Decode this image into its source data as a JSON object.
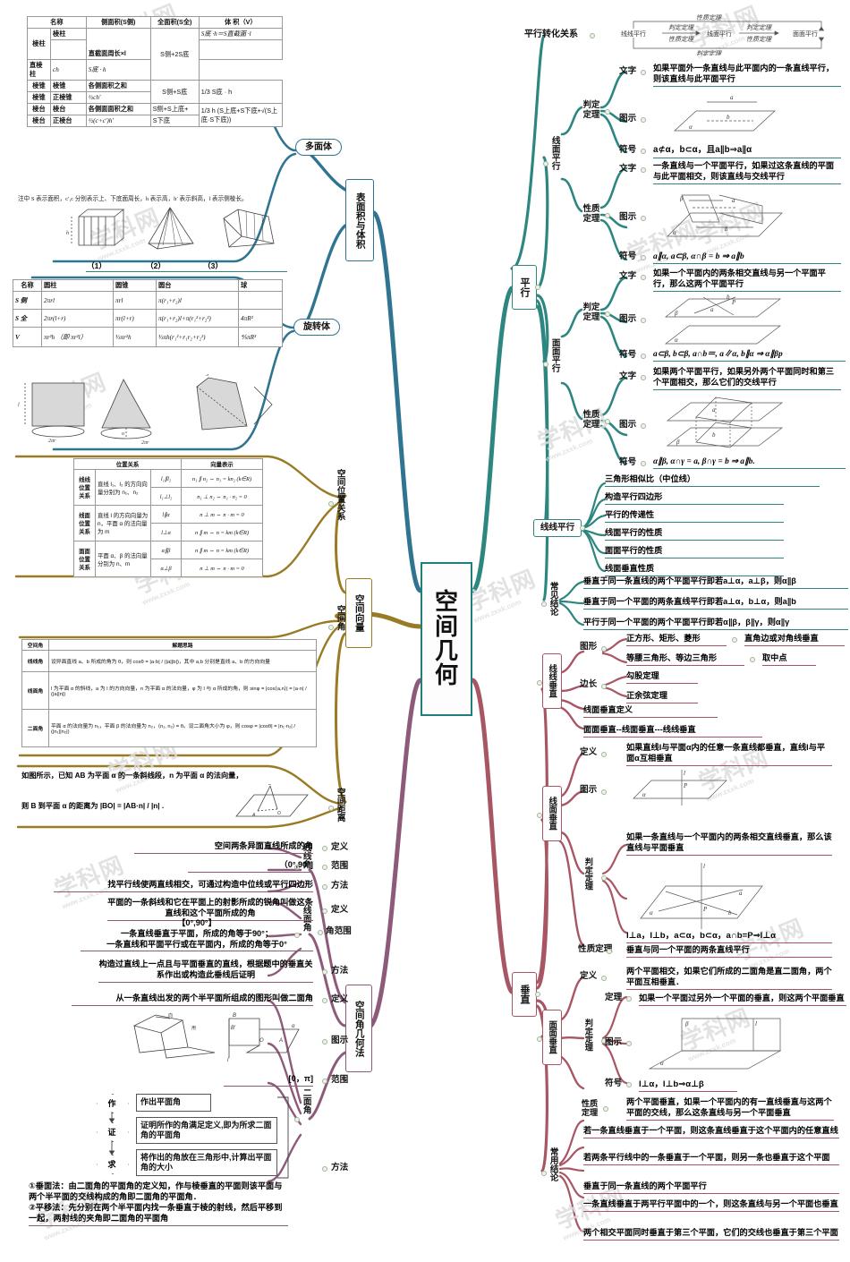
{
  "center": {
    "title_chars": [
      "空",
      "间",
      "几",
      "何"
    ],
    "title": "空间几何"
  },
  "colors": {
    "teal": "#2d8680",
    "gold": "#9a7b25",
    "plum": "#8e5a7a",
    "rose": "#a85663",
    "blue": "#2f7490"
  },
  "watermark": {
    "big": "学科网",
    "small": "www.zxxk.com"
  },
  "left": {
    "surface_volume": {
      "label": "表面积与体积",
      "chars": [
        "表",
        "面",
        "积",
        "与",
        "体",
        "积"
      ]
    },
    "polyhedron": "多面体",
    "revolution": "旋转体",
    "poly_table": {
      "headers": [
        "名称",
        "",
        "侧面积(S侧)",
        "全面积(S全)",
        "体 积（V）"
      ],
      "rows": [
        {
          "g": "棱柱",
          "sub": "棱柱",
          "lateral": "直截面周长×l",
          "full": "S侧+2S底",
          "vol": "S底 ·h＝S直截面 ·l"
        },
        {
          "g": "棱柱",
          "sub": "直棱柱",
          "lateral": "ch",
          "full": "",
          "vol": "S底 · h"
        },
        {
          "g": "棱锥",
          "sub": "棱锥",
          "lateral": "各侧面积之和",
          "full": "S侧+S底",
          "vol": "1/3 S底 · h"
        },
        {
          "g": "棱锥",
          "sub": "正棱锥",
          "lateral": "½ch′",
          "full": "",
          "vol": ""
        },
        {
          "g": "棱台",
          "sub": "棱台",
          "lateral": "各侧面面积之和",
          "full": "S侧+S上底+",
          "vol": "1/3 h (S上底+S下底+√(S上底·S下底))"
        },
        {
          "g": "棱台",
          "sub": "正棱台",
          "lateral": "½(c+c′)h′",
          "full": "S下底",
          "vol": ""
        }
      ],
      "note": "注中 S 表示面积，c′,c 分别表示上、下底面周长，h 表示高，h′ 表示斜高，l 表示侧棱长。"
    },
    "fig_labels": [
      "（1）",
      "（2）",
      "（3）"
    ],
    "rot_table": {
      "headers": [
        "名称",
        "圆柱",
        "圆锥",
        "圆台",
        "球"
      ],
      "rows": [
        {
          "k": "S 侧",
          "v": [
            "2πrl",
            "πrl",
            "π(r₁+r₂)l",
            ""
          ]
        },
        {
          "k": "S 全",
          "v": [
            "2πr(l+r)",
            "πr(l+r)",
            "π(r₁+r₂)l+π(r₁²+r₂²)",
            "4πR²"
          ]
        },
        {
          "k": "V",
          "v": [
            "πr²h （即 πr²l）",
            "⅓πr²h",
            "⅓πh(r₁²+r₁r₂+r₂²)",
            "⅘πR³"
          ]
        }
      ]
    },
    "space_vector": {
      "label": "空间向量",
      "chars": [
        "空",
        "间",
        "向",
        "量"
      ]
    },
    "pos_relation": {
      "label": "空间位置关系",
      "chars": [
        "空",
        "间",
        "位",
        "置",
        "关",
        "系"
      ]
    },
    "space_angle": {
      "label": "空间角",
      "chars": [
        "空",
        "间",
        "角"
      ]
    },
    "space_dist": {
      "label": "空间距离",
      "chars": [
        "空",
        "间",
        "距",
        "离"
      ]
    },
    "pos_table": {
      "headers": [
        "",
        "位置关系",
        "",
        "向量表示"
      ],
      "rows": [
        {
          "cat": "线线位置关系",
          "desc": "直线 l₁、l₂ 的方向向量分别为 n₁、n₂",
          "items": [
            {
              "rel": "l₁∥l₂",
              "vec": "n₁ ∥ n₂ ⇔ n₁ = kn₂ (k∈R)"
            },
            {
              "rel": "l₁⊥l₂",
              "vec": "n₁ ⊥ n₂ ⇔ n₁ · n₂ = 0"
            }
          ]
        },
        {
          "cat": "线面位置关系",
          "desc": "直线 l 的方向向量为 n，平面 α 的法向量为 m",
          "items": [
            {
              "rel": "l∥α",
              "vec": "n ⊥ m ⇔ n · m = 0"
            },
            {
              "rel": "l⊥α",
              "vec": "n ∥ m ⇔ n = km (k∈R)"
            }
          ]
        },
        {
          "cat": "面面位置关系",
          "desc": "平面 α、β 的法向量分别为 n、m",
          "items": [
            {
              "rel": "α∥β",
              "vec": "n ∥ m ⇔ n = km (k∈R)"
            },
            {
              "rel": "α⊥β",
              "vec": "n ⊥ m ⇔ n · m = 0"
            }
          ]
        }
      ]
    },
    "angle_table": {
      "headers": [
        "空间角",
        "解题思路"
      ],
      "rows": [
        {
          "k": "线线角",
          "v": "设异面直线 a、b 所成的角为 θ，则 cosθ = |a·b| / (|a||b|)，其中 a,b 分别是直线 a、b 的方向向量"
        },
        {
          "k": "线面角",
          "v": "l 为平面 α 的斜线，a 为 l 的方向向量，n 为平面 α 的法向量，φ 为 l 与 α 所成的角，则 sinφ = |cos⟨a,n⟩| = |a·n| / (|a||n|)"
        },
        {
          "k": "二面角",
          "v": "平面 α 的法向量为 n₁，平面 β 的法向量为 n₂，⟨n₁, n₂⟩ = θ。设二面角大小为 φ，则 cosφ = |cosθ| = |n₁·n₂| / (|n₁||n₂|)"
        }
      ]
    },
    "dist_text_1": "如图所示，已知 AB 为平面 α 的一条斜线段，n 为平面 α 的法向量，",
    "dist_text_2": "则 B 到平面 α 的距离为 |BO| = |AB·n| / |n| ."
  },
  "angle_geo": {
    "label": "空间角几何法",
    "chars": [
      "空",
      "间",
      "角",
      "几",
      "何",
      "法"
    ],
    "groups": [
      {
        "name": "线线角",
        "chars": [
          "线",
          "线",
          "角"
        ],
        "rows": [
          {
            "cat": "定义",
            "text": "空间两条异面直线所成的角"
          },
          {
            "cat": "范围",
            "text": "（0°,90°]"
          },
          {
            "cat": "方法",
            "text": "找平行线使两直线相交，可通过构造中位线或平行四边形"
          }
        ]
      },
      {
        "name": "线面角",
        "chars": [
          "线",
          "面",
          "角"
        ],
        "rows": [
          {
            "cat": "定义",
            "text": "平面的一条斜线和它在平面上的射影所成的锐角叫做这条直线和这个平面所成的角"
          },
          {
            "cat": "角范围",
            "text": "【0°,90°】\n一条直线垂直于平面，所成的角等于90°；\n一条直线和平面平行或在平面内，所成的角等于0°"
          },
          {
            "cat": "方法",
            "text": "构造过直线上一点且与平面垂直的直线，根据题中的垂直关系作出或构造此垂线后证明"
          }
        ]
      },
      {
        "name": "二面角",
        "chars": [
          "二",
          "面",
          "角"
        ],
        "rows": [
          {
            "cat": "定义",
            "text": "从一条直线出发的两个半平面所组成的图形叫做二面角"
          },
          {
            "cat": "图示",
            "text": ""
          },
          {
            "cat": "范围",
            "text": "[0，π]"
          },
          {
            "cat": "方法",
            "text": ""
          }
        ],
        "flow": [
          {
            "node": "作",
            "text": "作出平面角"
          },
          {
            "node": "证",
            "text": "证明所作的角满足定义,即为所求二面角的平面角"
          },
          {
            "node": "求",
            "text": "将作出的角放在三角形中,计算出平面角的大小"
          }
        ],
        "methods_note": "①垂面法：由二面角的平面角的定义知，作与棱垂直的平面则该平面与两个半平面的交线构成的角即二面角的平面角．\n②平移法：先分别在两个半平面内找一条垂直于棱的射线，然后平移到一起，两射线的夹角即二面角的平面角"
      }
    ]
  },
  "parallel": {
    "label": "平行",
    "chars": [
      "平",
      "行"
    ],
    "transform": {
      "label": "平行转化关系",
      "diagram": {
        "top": "性质定理",
        "bottom": "判定定理",
        "nodes": [
          "线线平行",
          "线面平行",
          "面面平行"
        ],
        "link1_top": "判定定理",
        "link1_bottom": "性质定理",
        "link2_top": "判定定理",
        "link2_bottom": "性质定理"
      }
    },
    "line_plane": {
      "label": "线面平行",
      "chars": [
        "线",
        "面",
        "平",
        "行"
      ],
      "blocks": [
        {
          "title": "判定定理",
          "chars": [
            "判",
            "定",
            "定",
            "理"
          ],
          "text": "如果平面外一条直线与此平面内的一条直线平行，则该直线与此平面平行",
          "symbol": "a⊄α，b⊂α，且a∥b⇒a∥α",
          "fig_labels": [
            "a",
            "b",
            "α"
          ]
        },
        {
          "title": "性质定理",
          "chars": [
            "性",
            "质",
            "定",
            "理"
          ],
          "text": "一条直线与一个平面平行，如果过这条直线的平面与此平面相交，则该直线与交线平行",
          "symbol": "a∥α, a⊂β, α∩β = b ⇒ a∥b",
          "fig_labels": [
            "β",
            "a",
            "b",
            "α"
          ]
        }
      ]
    },
    "plane_plane": {
      "label": "面面平行",
      "chars": [
        "面",
        "面",
        "平",
        "行"
      ],
      "blocks": [
        {
          "title": "判定定理",
          "chars": [
            "判",
            "定",
            "定",
            "理"
          ],
          "text": "如果一个平面内的两条相交直线与另一个平面平行，那么这两个平面平行",
          "symbol": "a⊂β, b⊂β, a∩b＝, a∥α, b∥α ⇒ α∥βp",
          "fig_labels": [
            "b",
            "P",
            "a",
            "β",
            "α"
          ]
        },
        {
          "title": "性质定理",
          "chars": [
            "性",
            "质",
            "定",
            "理"
          ],
          "text": "如果两个平面平行，如果另外两个平面同时和第三个平面相交，那么它们的交线平行",
          "symbol": "α∥β, α∩γ = a, β∩γ = b ⇒ a∥b.",
          "fig_labels": [
            "a",
            "b",
            "β"
          ]
        }
      ]
    },
    "line_line": {
      "label": "线线平行",
      "items": [
        "三角形相似比（中位线）",
        "构造平行四边形",
        "平行的传递性",
        "线面平行的性质",
        "面面平行的性质",
        "线面垂直性质"
      ]
    },
    "common": {
      "label": "常见结论",
      "chars": [
        "常",
        "见",
        "结",
        "论"
      ],
      "items": [
        "垂直于同一条直线的两个平面平行即若a⊥α，a⊥β，则α∥β",
        "垂直于同一个平面的两条直线平行即若a⊥α，b⊥α，则a∥b",
        "平行于同一个平面的两个平面平行即若α∥β，β∥γ，则α∥γ"
      ]
    }
  },
  "perpendicular": {
    "label": "垂直",
    "chars": [
      "垂",
      "直"
    ],
    "line_line": {
      "label": "线线垂直",
      "chars": [
        "线",
        "线",
        "垂",
        "直"
      ],
      "rows": [
        {
          "cat": "图形",
          "chars": [
            "图",
            "形"
          ],
          "items": [
            {
              "left": "正方形、矩形、菱形",
              "right": "直角边或对角线垂直"
            },
            {
              "left": "等腰三角形、等边三角形",
              "right": "取中点"
            }
          ]
        },
        {
          "cat": "边长",
          "chars": [
            "边",
            "长"
          ],
          "items": [
            {
              "left": "勾股定理",
              "right": ""
            },
            {
              "left": "正余弦定理",
              "right": ""
            }
          ]
        }
      ],
      "plain": [
        "线面垂直定义",
        "面面垂直--线面垂直---线线垂直"
      ]
    },
    "line_plane": {
      "label": "线面垂直",
      "chars": [
        "线",
        "面",
        "垂",
        "直"
      ],
      "definition_cat": "定义",
      "definition": "如果直线l与平面α内的任意一条直线都垂直，直线l与平面α互相垂直",
      "fig_cat": "图示",
      "fig_labels": [
        "l",
        "P",
        "α"
      ],
      "judge_cat": "判定定理",
      "judge_chars": [
        "判",
        "定",
        "定",
        "理"
      ],
      "judge_text": "如果一条直线与一个平面内的两条相交直线垂直，那么该直线与平面垂直",
      "judge_fig_labels": [
        "l",
        "a",
        "P",
        "b",
        "α"
      ],
      "judge_symbol": "l⊥a，l⊥b，a⊂α，b⊂α，a∩b=P⇒l⊥α",
      "property_cat": "性质定理",
      "property_text": "垂直与同一个平面的两条直线平行"
    },
    "plane_plane": {
      "label": "面面垂直",
      "chars": [
        "面",
        "面",
        "垂",
        "直"
      ],
      "definition_cat": "定义",
      "definition": "两个平面相交，如果它们所成的二面角是直二面角，两个平面互相垂直．",
      "judge_cat": "判定定理",
      "judge_chars": [
        "判",
        "定",
        "定",
        "理"
      ],
      "theorem_cat": "定理",
      "theorem_text": "如果一个平面过另外一个平面的垂直，则这两个平面垂直",
      "fig_cat": "图示",
      "fig_labels": [
        "β",
        "l",
        "α"
      ],
      "symbol_cat": "符号",
      "symbol": "l⊥α，l⊥b⇒α⊥β",
      "property_cat": "性质定理",
      "property_chars": [
        "性",
        "质",
        "定",
        "理"
      ],
      "property_text": "两个平面垂直，如果一个平面内的有一直线垂直与这两个平面的交线，那么这条直线与另一个平面垂直"
    },
    "common": {
      "label": "常用结论",
      "chars": [
        "常",
        "用",
        "结",
        "论"
      ],
      "items": [
        "若一条直线垂直于一个平面，则这条直线垂直于这个平面内的任意直线",
        "若两条平行线中的一条垂直于一个平面，则另一条也垂直于这个平面",
        "垂直于同一条直线的两个平面平行",
        "一条直线垂直于两平行平面中的一个，则这条直线与另一个平面也垂直",
        "两个相交平面同时垂直于第三个平面，它们的交线也垂直于第三个平面"
      ]
    }
  }
}
